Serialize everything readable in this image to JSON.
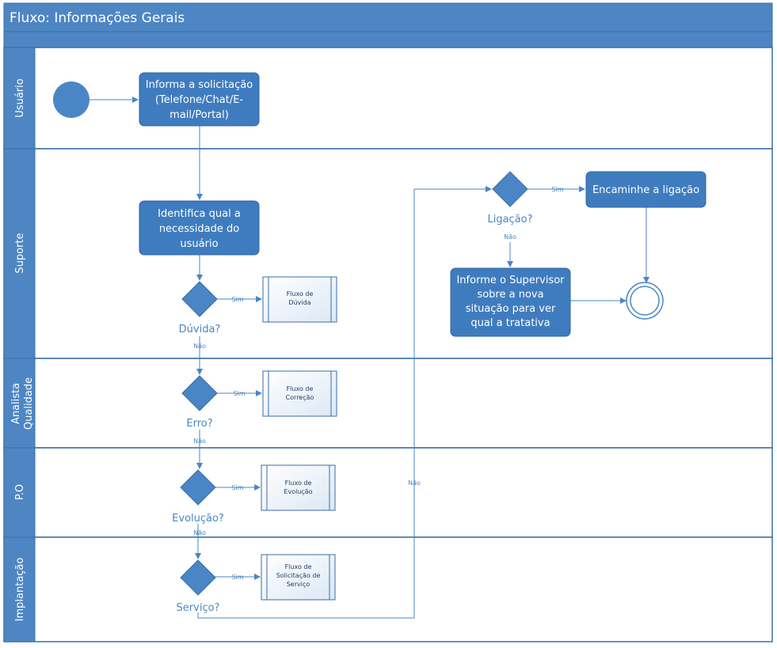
{
  "title": "Fluxo: Informações Gerais",
  "lanes": [
    {
      "label": "Usuário"
    },
    {
      "label": "Suporte"
    },
    {
      "label": "Analista Qualidade"
    },
    {
      "label": "P.O"
    },
    {
      "label": "Implantação"
    }
  ],
  "tasks": {
    "informa": "Informa a solicitação (Telefone/Chat/E-mail/Portal)",
    "identifica": "Identifica qual a necessidade do usuário",
    "encaminhe": "Encaminhe a ligação",
    "supervisor": "Informe o Supervisor sobre a nova situação para ver qual a tratativa"
  },
  "subprocesses": {
    "duvida": "Fluxo de Dúvida",
    "correcao": "Fluxo de Correção",
    "evolucao": "Fluxo de Evolução",
    "servico": "Fluxo de Solicitação de Serviço"
  },
  "decisions": {
    "duvida": "Dúvida?",
    "erro": "Erro?",
    "evolucao": "Evolução?",
    "servico": "Serviço?",
    "ligacao": "Ligação?"
  },
  "edge_labels": {
    "sim": "Sim",
    "nao": "Não"
  },
  "colors": {
    "primary": "#4a86c5",
    "task_fill": "#3f7cbf",
    "header": "#4e86c4",
    "lane_border": "#3a6ea5",
    "subprocess_fill": "#eaf1f9"
  }
}
